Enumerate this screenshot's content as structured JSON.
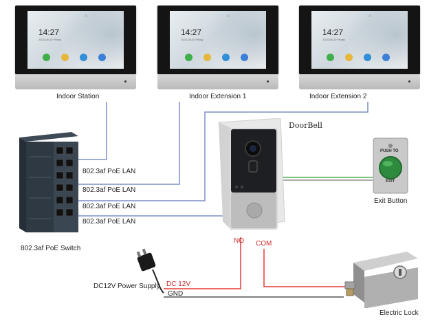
{
  "monitors": [
    {
      "label": "Indoor Station",
      "time": "14:27",
      "date": "2023-08-10 Friday"
    },
    {
      "label": "Indoor Extension 1",
      "time": "14:27",
      "date": "2023-08-10 Friday"
    },
    {
      "label": "Indoor Extension 2",
      "time": "14:27",
      "date": "2023-08-10 Friday"
    }
  ],
  "doorbell": {
    "label": "DoorBell"
  },
  "exit_button": {
    "label": "Exit Button",
    "push_text": "PUSH TO",
    "exit_text": "EXIT"
  },
  "switch": {
    "label": "802.3af PoE Switch"
  },
  "lan_labels": [
    "802.3af PoE LAN",
    "802.3af PoE LAN",
    "802.3af PoE LAN",
    "802.3af PoE LAN"
  ],
  "power_supply": {
    "label": "DC12V Power Supply",
    "dc_label": "DC 12V",
    "gnd_label": "GND"
  },
  "terminals": {
    "no": "NO",
    "com": "COM"
  },
  "lock": {
    "label": "Electric Lock"
  },
  "colors": {
    "lan_wire": "#7b8fc9",
    "power_wire": "#e53935",
    "green_wire": "#4caf50",
    "gnd_wire": "#555555"
  }
}
